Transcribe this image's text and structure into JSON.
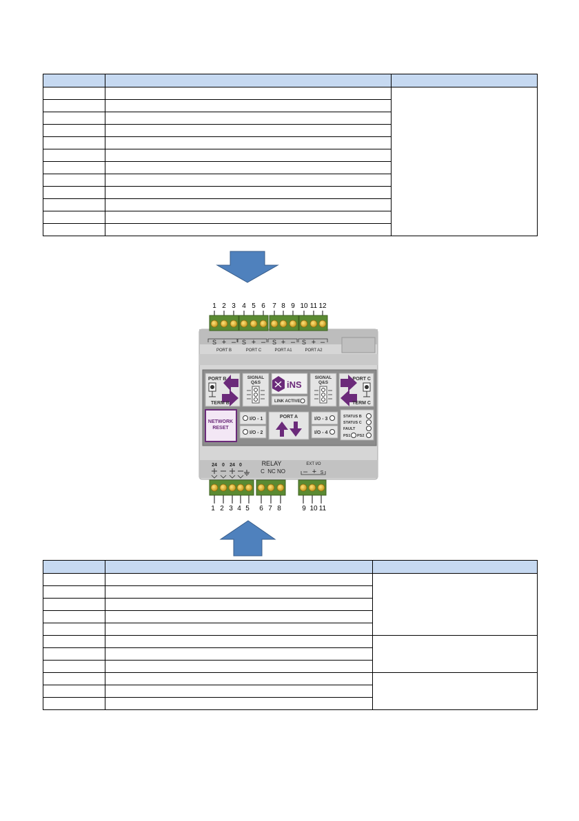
{
  "top_terminals": {
    "numbers": [
      "1",
      "2",
      "3",
      "4",
      "5",
      "6",
      "7",
      "8",
      "9",
      "10",
      "11",
      "12"
    ],
    "groups": [
      {
        "symbols": [
          "S",
          "+",
          "–"
        ],
        "label": "PORT B"
      },
      {
        "symbols": [
          "S",
          "+",
          "–"
        ],
        "label": "PORT C"
      },
      {
        "symbols": [
          "S",
          "+",
          "–"
        ],
        "label": "PORT A1"
      },
      {
        "symbols": [
          "S",
          "+",
          "–"
        ],
        "label": "PORT A2"
      }
    ]
  },
  "front_panel": {
    "port_b_label": "PORT B",
    "term_b_label": "TERM B",
    "signal_qs_left": [
      "SIGNAL",
      "Q&S"
    ],
    "logo_text": "iNS",
    "link_active_label": "LINK ACTIVE",
    "signal_qs_right": [
      "SIGNAL",
      "Q&S"
    ],
    "port_c_label": "PORT C",
    "term_c_label": "TERM C",
    "network_reset": [
      "NETWORK",
      "RESET"
    ],
    "io_1": "I/O - 1",
    "io_2": "I/O - 2",
    "port_a_label": "PORT A",
    "io_3": "I/O - 3",
    "io_4": "I/O - 4",
    "status_b": "STATUS B",
    "status_c": "STATUS C",
    "fault": "FAULT",
    "ps1": "PS1",
    "ps2": "PS2"
  },
  "bottom_terminals": {
    "power_labels": [
      "24",
      "0",
      "24",
      "0"
    ],
    "relay_title": "RELAY",
    "relay_labels": [
      "C",
      "NC",
      "NO"
    ],
    "ext_io_title": "EXT I/O",
    "ext_io_symbols": [
      "–",
      "+",
      "S"
    ],
    "numbers": [
      "1",
      "2",
      "3",
      "4",
      "5",
      "6",
      "7",
      "8",
      "9",
      "10",
      "11"
    ]
  },
  "colors": {
    "table_header": "#c6d9f1",
    "arrow_blue": "#4f81bd",
    "terminal_green": "#5a8a32",
    "panel_purple": "#6b2a7a"
  }
}
